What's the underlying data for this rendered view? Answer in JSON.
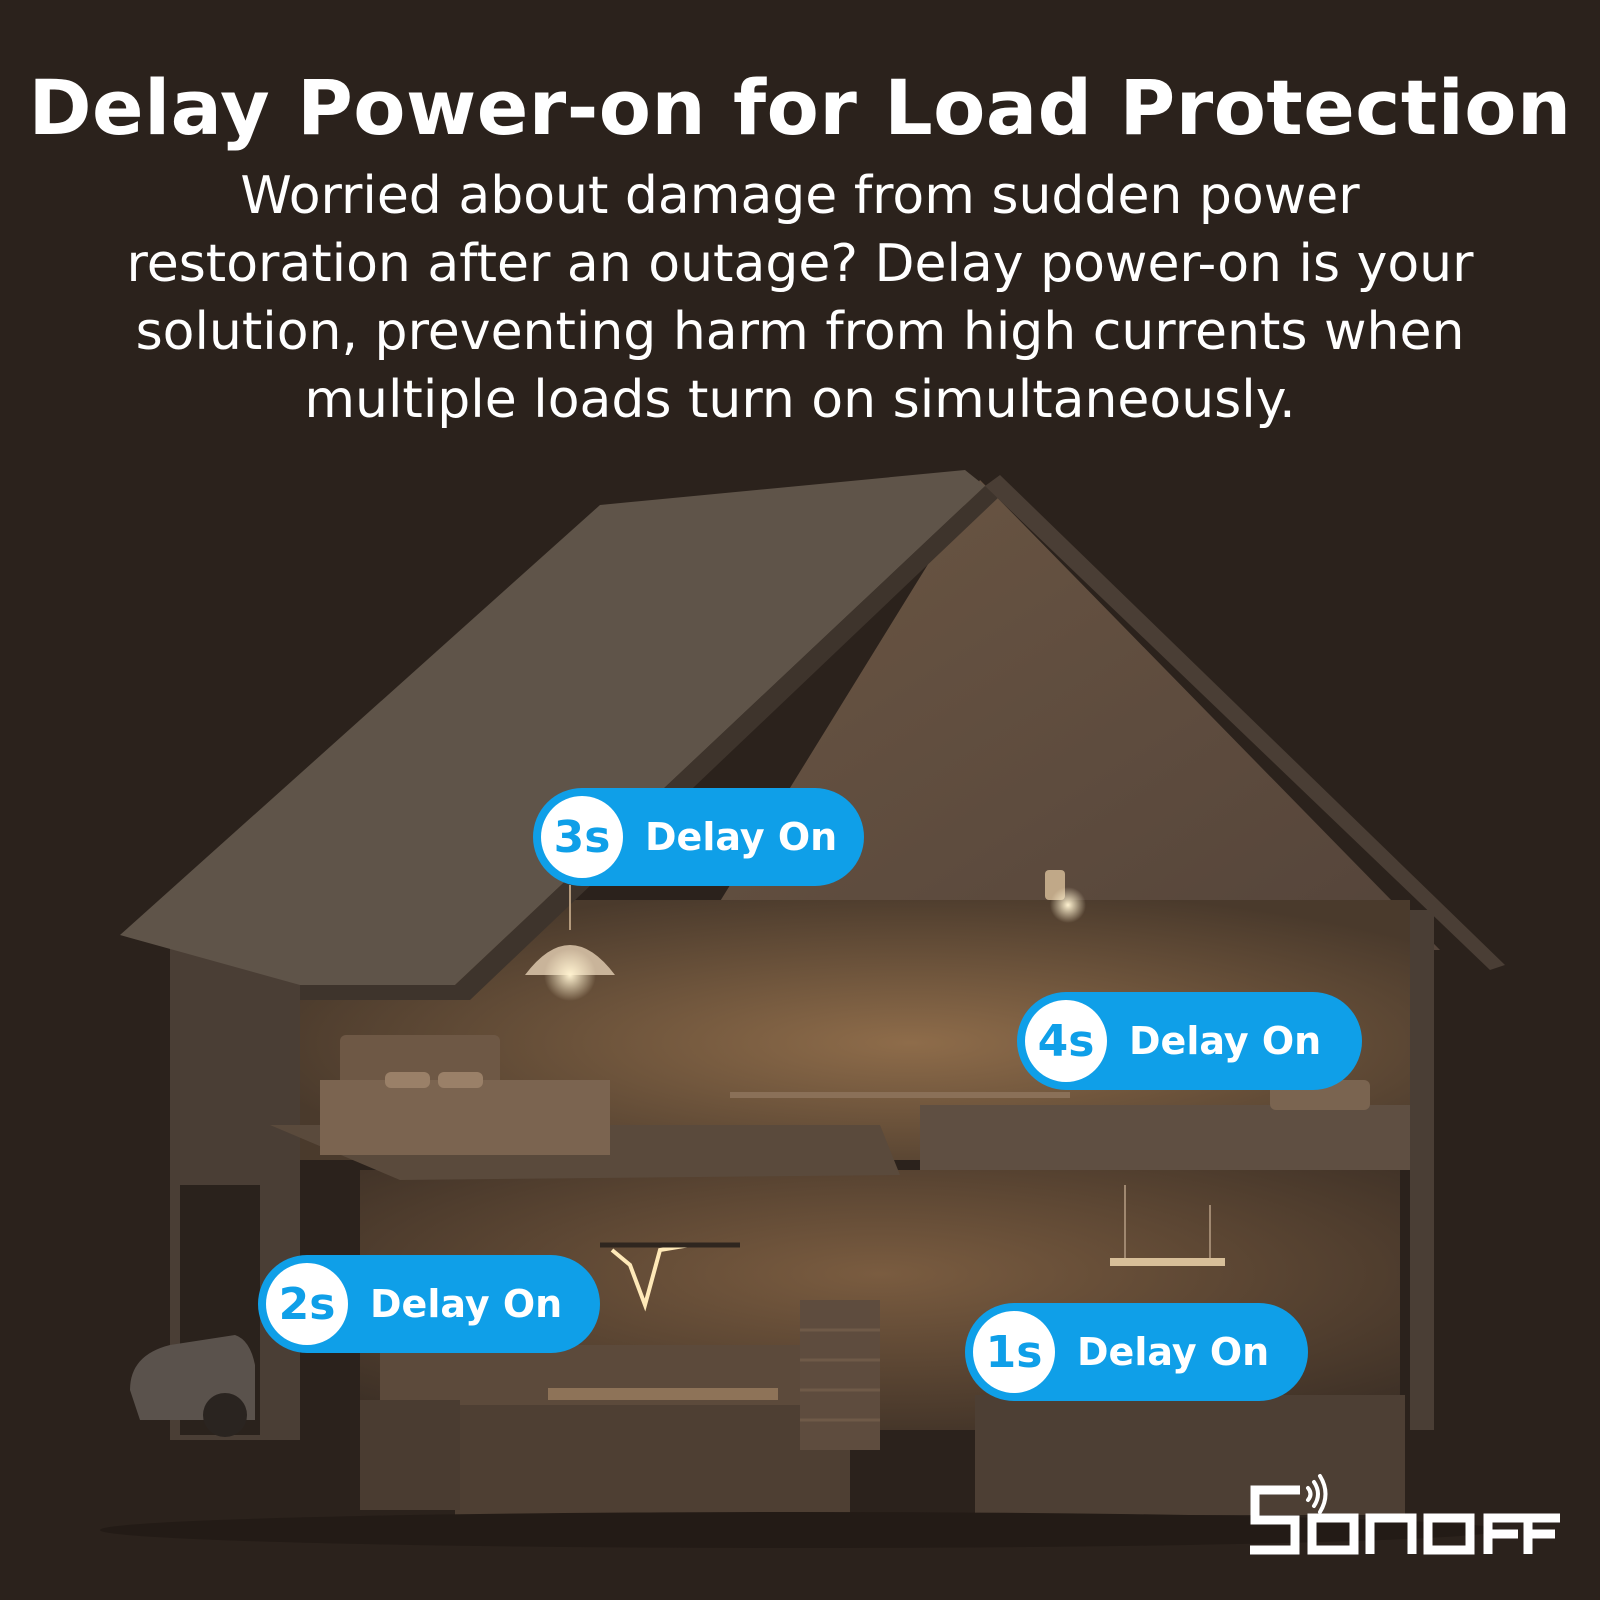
{
  "header": {
    "title": "Delay Power-on for Load Protection",
    "subtitle": "Worried about damage from sudden power restoration after an outage? Delay power-on is your solution, preventing harm from high currents when multiple loads turn on simultaneously."
  },
  "callouts": [
    {
      "badge": "3s",
      "label": "Delay On"
    },
    {
      "badge": "4s",
      "label": "Delay On"
    },
    {
      "badge": "2s",
      "label": "Delay On"
    },
    {
      "badge": "1s",
      "label": "Delay On"
    }
  ],
  "brand": {
    "name": "SONOFF",
    "logo_icon": "wifi-signal-icon"
  },
  "colors": {
    "accent": "#0f9fe8",
    "background": "#2b221c",
    "text": "#ffffff"
  }
}
